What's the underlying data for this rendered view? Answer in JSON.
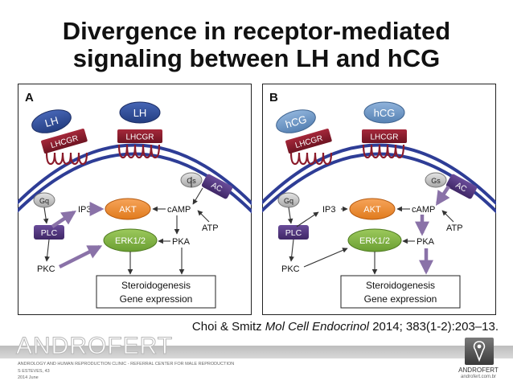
{
  "title": {
    "line1": "Divergence in receptor-mediated",
    "line2": "signaling between LH and hCG"
  },
  "panel_a": {
    "label": "A",
    "ligand_left": "LH",
    "ligand_right": "LH",
    "receptor_left": "LHCGR",
    "receptor_right": "LHCGR",
    "gs": "Gs",
    "ac": "AC",
    "gq": "Gq",
    "ip3": "IP3",
    "akt": "AKT",
    "camp": "cAMP",
    "atp": "ATP",
    "plc": "PLC",
    "erk": "ERK1/2",
    "pka": "PKA",
    "pkc": "PKC",
    "output_line1": "Steroidogenesis",
    "output_line2": "Gene expression"
  },
  "panel_b": {
    "label": "B",
    "ligand_left": "hCG",
    "ligand_right": "hCG",
    "receptor_left": "LHCGR",
    "receptor_right": "LHCGR",
    "gs": "Gs",
    "ac": "AC",
    "gq": "Gq",
    "ip3": "IP3",
    "akt": "AKT",
    "camp": "cAMP",
    "atp": "ATP",
    "plc": "PLC",
    "erk": "ERK1/2",
    "pka": "PKA",
    "pkc": "PKC",
    "output_line1": "Steroidogenesis",
    "output_line2": "Gene expression"
  },
  "citation": {
    "authors": "Choi & Smitz",
    "journal": "Mol Cell Endocrinol",
    "details": "2014; 383(1-2):203–13."
  },
  "footer": {
    "brand": "ANDROFERT",
    "line1": "ANDROLOGY AND HUMAN REPRODUCTION CLINIC - REFERRAL CENTER FOR MALE REPRODUCTION",
    "line2": "S ESTEVES, 43",
    "line3": "2014 June",
    "logo_name": "ANDROFERT",
    "logo_site": "androfert.com.br"
  },
  "colors": {
    "ligand_lh": "#2f4d9a",
    "ligand_hcg": "#6d97c4",
    "receptor": "#8b1b2b",
    "membrane": "#2e3d96",
    "ac": "#4b2f7a",
    "plc": "#4b2f7a",
    "akt": "#f08a2a",
    "erk": "#7fb540",
    "gs": "#c4c4c4",
    "arrow_emph": "#8a72a8"
  }
}
